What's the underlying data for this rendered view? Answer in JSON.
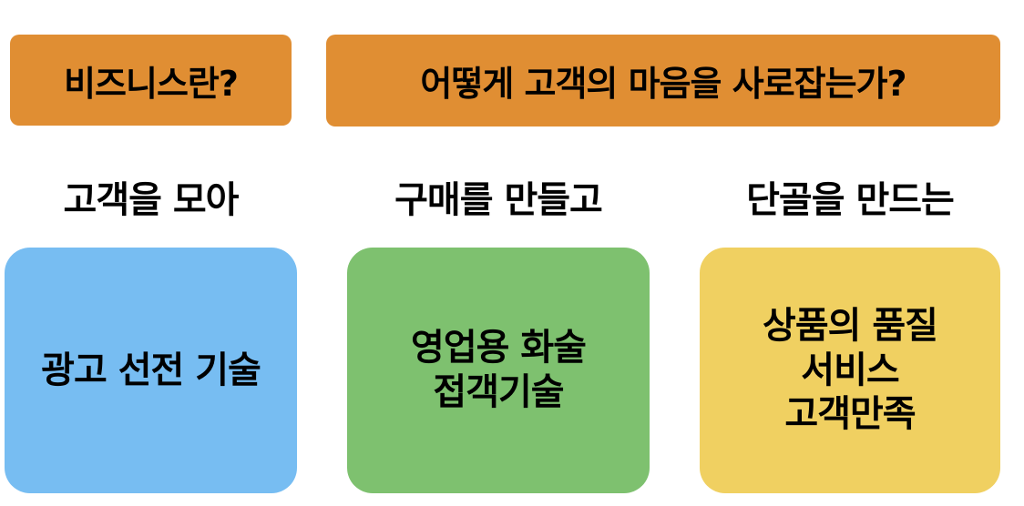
{
  "colors": {
    "banner": "#E08E33",
    "card_blue": "#77BDF2",
    "card_green": "#7EC16F",
    "card_yellow": "#F0D061"
  },
  "banners": {
    "left": "비즈니스란?",
    "right": "어떻게 고객의 마음을 사로잡는가?"
  },
  "columns": [
    {
      "label": "고객을 모아",
      "lines": [
        "광고 선전 기술"
      ]
    },
    {
      "label": "구매를 만들고",
      "lines": [
        "영업용 화술",
        "접객기술"
      ]
    },
    {
      "label": "단골을 만드는",
      "lines": [
        "상품의 품질",
        "서비스",
        "고객만족"
      ]
    }
  ]
}
